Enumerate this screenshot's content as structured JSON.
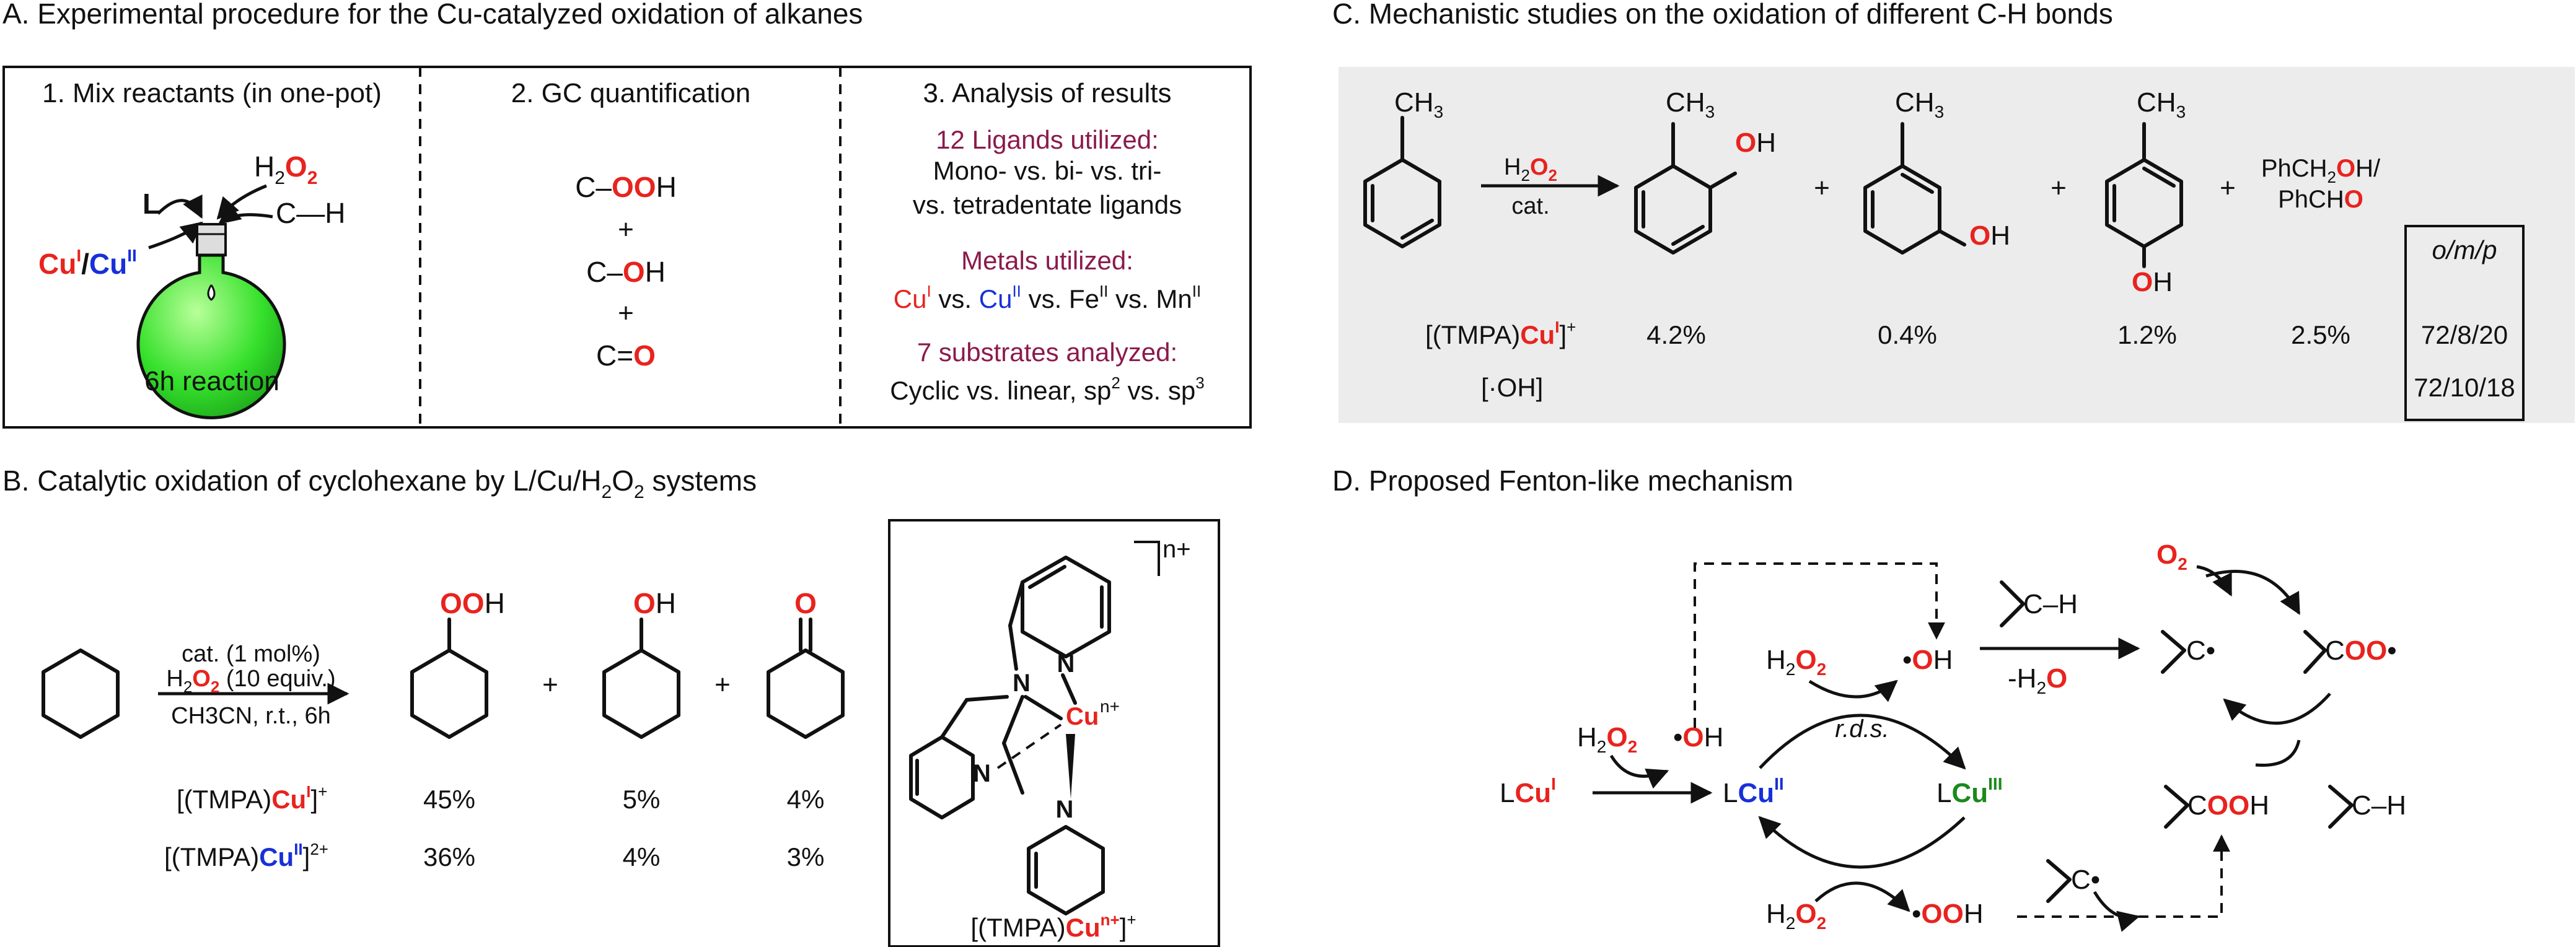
{
  "panelA": {
    "title": "A. Experimental procedure for the Cu-catalyzed oxidation of alkanes",
    "step1_title": "1. Mix reactants (in one-pot)",
    "L": "L",
    "H2O2": "H2O2",
    "CuI": "Cu",
    "CuI_sup": "I",
    "slash": "/",
    "CuII": "Cu",
    "CuII_sup": "II",
    "CH": "C—H",
    "reaction_time": "6h reaction",
    "step2_title": "2. GC quantification",
    "cooh": "C–OOH",
    "coh": "C–OH",
    "co": "C=O",
    "plus": "+",
    "step3_title": "3. Analysis of results",
    "ligands_heading": "12 Ligands utilized:",
    "ligands_line1": "Mono- vs. bi- vs. tri-",
    "ligands_line2": "vs. tetradentate ligands",
    "metals_heading": "Metals utilized:",
    "metals_line": "Cuᴵ vs. Cuᴵᴵ vs. Feᴵᴵ vs. Mnᴵᴵ",
    "substrates_heading": "7 substrates analyzed:",
    "substrates_line": "Cyclic vs. linear, sp2 vs. sp3"
  },
  "panelB": {
    "title": "B. Catalytic oxidation of cyclohexane by L/Cu/H2O2 systems",
    "cond1": "cat. (1 mol%)",
    "cond2": "H2O2 (10 equiv.)",
    "cond3": "CH3CN, r.t., 6h",
    "OOH": "OOH",
    "OH": "OH",
    "O": "O",
    "row1_label": "[(TMPA)Cuᴵ]⁺",
    "row2_label": "[(TMPA)Cuᴵᴵ]²⁺",
    "row1": [
      "45%",
      "5%",
      "4%"
    ],
    "row2": [
      "36%",
      "4%",
      "3%"
    ],
    "complex_label": "[(TMPA)Cuⁿ⁺]⁺",
    "charge": "n+",
    "cu_center": "Cu",
    "cu_charge": "n+",
    "N": "N"
  },
  "panelC": {
    "title": "C. Mechanistic studies on the oxidation of different C-H bonds",
    "CH3": "CH3",
    "OH": "OH",
    "cond1": "H2O2",
    "cond2": "cat.",
    "side_product1": "PhCH2OH/",
    "side_product2": "PhCHO",
    "omp_header": "o/m/p",
    "row1_label": "[(TMPA)Cuᴵ]⁺",
    "row2_label": "[·OH]",
    "row1": [
      "4.2%",
      "0.4%",
      "1.2%",
      "2.5%",
      "72/8/20"
    ],
    "row2_omp": "72/10/18"
  },
  "panelD": {
    "title": "D. Proposed Fenton-like mechanism",
    "LCuI": "LCuᴵ",
    "LCuII": "LCuᴵᴵ",
    "LCuIII": "LCuᴵᴵᴵ",
    "H2O2": "H2O2",
    "OH_rad": "•OH",
    "OOH_rad": "•OOH",
    "rds": "r.d.s.",
    "minus_water": "-H2O",
    "C_rad": "C•",
    "COO_rad": "COO•",
    "COOH": "COOH",
    "O2": "O2",
    "CH": "C–H"
  }
}
